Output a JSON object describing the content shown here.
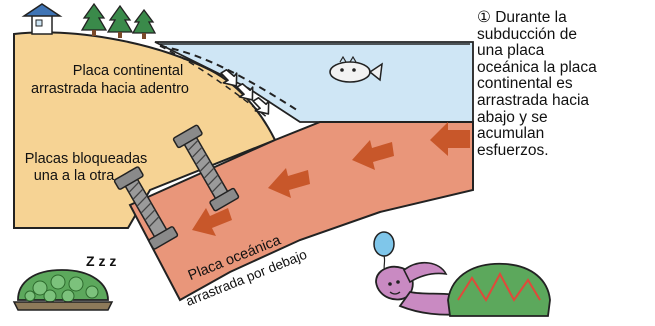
{
  "labels": {
    "continental_1": "Placa continental",
    "continental_2": "arrastrada hacia adentro",
    "locked_1": "Placas bloqueadas",
    "locked_2": "una a la otra",
    "oceanic_1": "Placa oceánica",
    "oceanic_2": "arrastrada por debajo",
    "snore": "Z z z"
  },
  "caption": {
    "line1": "① Durante la",
    "line2": "subducción de",
    "line3": "una placa",
    "line4": "oceánica la placa",
    "line5": "continental es",
    "line6": "arrastrada hacia",
    "line7": "abajo y se",
    "line8": "acumulan",
    "line9": "esfuerzos."
  },
  "colors": {
    "continental_plate": "#f6d394",
    "oceanic_plate": "#e9967a",
    "sea": "#cfe6f5",
    "arrows_motion": "#c8572a",
    "bolts": "#9a9a9a",
    "turtle_shell": "#5ca85c",
    "rabbit": "#c98ac2",
    "balloon": "#7fc6ea",
    "house_roof": "#3f74b5",
    "trees": "#3a8a4a"
  },
  "icons": [
    "house-icon",
    "tree-icon",
    "fish-icon",
    "bolt-icon",
    "turtle-icon",
    "rabbit-icon",
    "balloon-icon"
  ]
}
